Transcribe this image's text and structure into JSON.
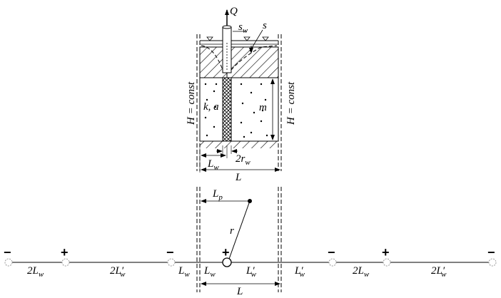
{
  "labels": {
    "Q": "Q",
    "sw": "s",
    "sw_sub": "w",
    "s": "s",
    "ka": "k, a",
    "m": "m",
    "H_left": "H = const",
    "H_right": "H = const",
    "Lw_top": "L",
    "Lw_top_sub": "w",
    "rw": "2r",
    "rw_sub": "w",
    "L_top": "L",
    "Lp": "L",
    "Lp_sub": "p",
    "r": "r",
    "L_bottom": "L"
  },
  "bottom_row": {
    "signs": [
      "−",
      "+",
      "−",
      "+",
      "−",
      "+",
      "−"
    ],
    "segments": [
      {
        "main": "2L",
        "sub": "w",
        "prime": ""
      },
      {
        "main": "2L",
        "sub": "w",
        "prime": "′"
      },
      {
        "main": "L",
        "sub": "w",
        "prime": ""
      },
      {
        "main": "L",
        "sub": "w",
        "prime": ""
      },
      {
        "main": "L",
        "sub": "w",
        "prime": "′"
      },
      {
        "main": "L",
        "sub": "w",
        "prime": "′"
      },
      {
        "main": "2L",
        "sub": "w",
        "prime": ""
      },
      {
        "main": "2L",
        "sub": "w",
        "prime": "′"
      }
    ]
  }
}
